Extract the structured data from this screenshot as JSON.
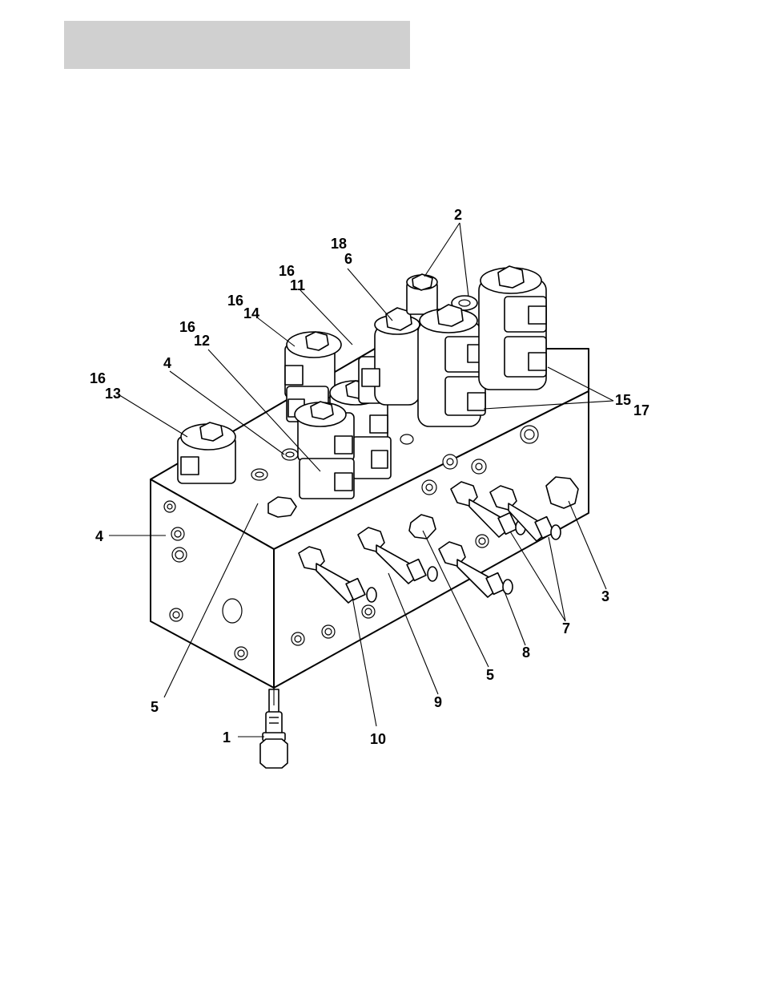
{
  "header": {
    "fill": "#d0d0d0"
  },
  "callouts": {
    "c1": "1",
    "c2": "2",
    "c3": "3",
    "c4a": "4",
    "c4b": "4",
    "c5a": "5",
    "c5b": "5",
    "c6": "6",
    "c7": "7",
    "c8": "8",
    "c9": "9",
    "c10": "10",
    "c11": "11",
    "c12": "12",
    "c13": "13",
    "c14": "14",
    "c15": "15",
    "c16a": "16",
    "c16b": "16",
    "c16c": "16",
    "c16d": "16",
    "c17": "17",
    "c18": "18"
  },
  "colors": {
    "line": "#000000",
    "background": "#ffffff"
  }
}
